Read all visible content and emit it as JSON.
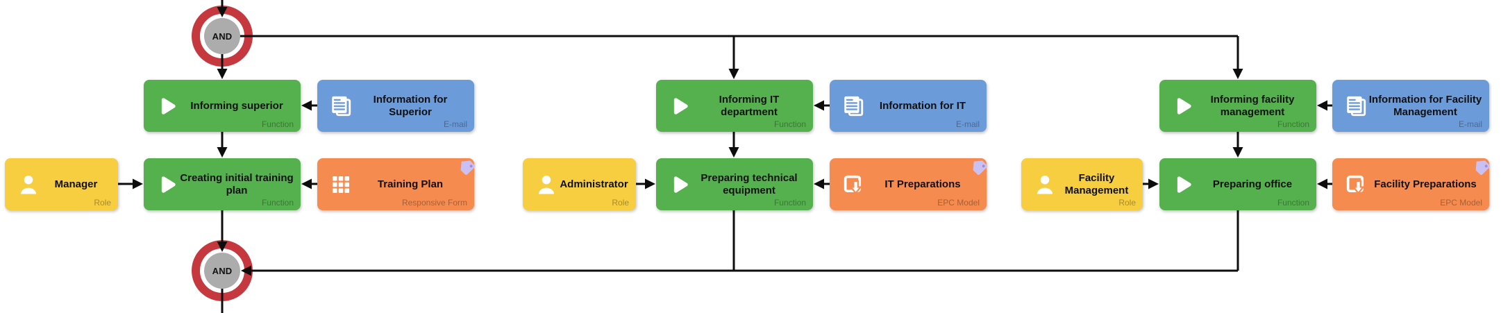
{
  "diagram_type": "EPC process model",
  "colors": {
    "function": "#55b14e",
    "email": "#6c9bd9",
    "role": "#f6ce3f",
    "artifact": "#f68b50",
    "connector_ring": "#c5383e",
    "connector_fill": "#acacac",
    "line": "#0d0d0d",
    "tag": "#cbc0f2",
    "tag_dot": "#9a8ce0"
  },
  "connectors": {
    "top": {
      "label": "AND"
    },
    "bottom": {
      "label": "AND"
    }
  },
  "nodes": {
    "informing_superior": {
      "label": "Informing superior",
      "type": "Function"
    },
    "information_for_superior": {
      "label": "Information for Superior",
      "type": "E-mail"
    },
    "informing_it": {
      "label": "Informing IT department",
      "type": "Function"
    },
    "information_for_it": {
      "label": "Information for IT",
      "type": "E-mail"
    },
    "informing_facility": {
      "label": "Informing facility management",
      "type": "Function"
    },
    "information_for_facility": {
      "label": "Information for Facility Management",
      "type": "E-mail"
    },
    "manager": {
      "label": "Manager",
      "type": "Role"
    },
    "creating_training_plan": {
      "label": "Creating initial training plan",
      "type": "Function"
    },
    "training_plan": {
      "label": "Training Plan",
      "type": "Responsive Form"
    },
    "administrator": {
      "label": "Administrator",
      "type": "Role"
    },
    "preparing_equipment": {
      "label": "Preparing technical equipment",
      "type": "Function"
    },
    "it_preparations": {
      "label": "IT Preparations",
      "type": "EPC Model"
    },
    "facility_management": {
      "label": "Facility Management",
      "type": "Role"
    },
    "preparing_office": {
      "label": "Preparing office",
      "type": "Function"
    },
    "facility_preparations": {
      "label": "Facility Preparations",
      "type": "EPC Model"
    }
  }
}
